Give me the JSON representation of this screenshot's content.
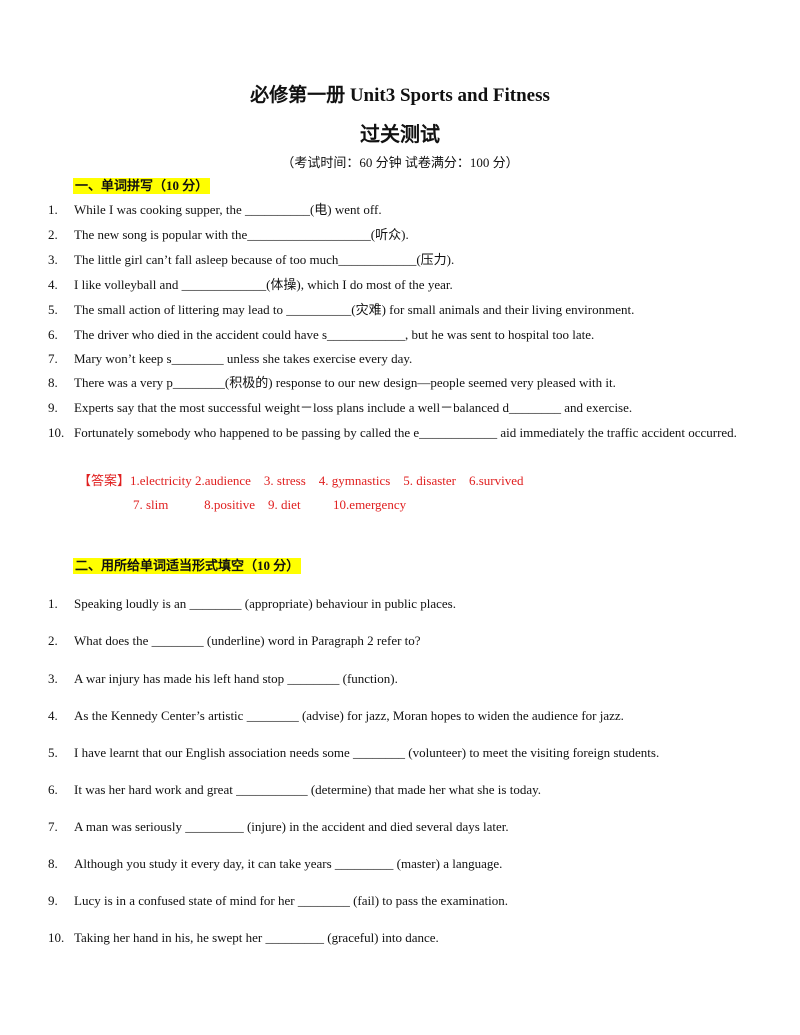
{
  "header": {
    "title": "必修第一册  Unit3  Sports and Fitness",
    "subtitle": "过关测试",
    "exam_info": "（考试时间：60 分钟   试卷满分：100 分）"
  },
  "section1": {
    "heading": "一、单词拼写（10 分）",
    "questions": [
      {
        "num": "1.",
        "text": "While I was cooking supper, the  __________(电) went off."
      },
      {
        "num": "2.",
        "text": "The new song is popular with the___________________(听众)."
      },
      {
        "num": "3.",
        "text": "The little girl can’t fall asleep because of too much____________(压力)."
      },
      {
        "num": "4.",
        "text": "I like volleyball and  _____________(体操), which I do most of the year."
      },
      {
        "num": "5.",
        "text": "The small action of littering may lead to  __________(灾难) for small animals and their living environment."
      },
      {
        "num": "6.",
        "text": "The driver who died in the accident could have s____________, but he was sent to hospital too late."
      },
      {
        "num": "7.",
        "text": "Mary won’t keep s________ unless she takes exercise every day."
      },
      {
        "num": "8.",
        "text": "There was a very p________(积极的) response to our new design—people seemed very pleased with it."
      },
      {
        "num": "9.",
        "text": "Experts say that the most successful weight－loss plans include a well－balanced d________ and exercise."
      },
      {
        "num": "10.",
        "text": "Fortunately somebody who happened to be passing by called the e____________   aid immediately the traffic accident occurred."
      }
    ],
    "answer_line1": "【答案】1.electricity 2.audience    3. stress    4. gymnastics    5. disaster    6.survived",
    "answer_line2": "7. slim           8.positive    9. diet          10.emergency"
  },
  "section2": {
    "heading": "二、用所给单词适当形式填空（10 分）",
    "questions": [
      {
        "num": "1.",
        "text": "Speaking loudly is an ________ (appropriate) behaviour in public places."
      },
      {
        "num": "2.",
        "text": "What does the ________ (underline) word in Paragraph 2 refer to?"
      },
      {
        "num": "3.",
        "text": "A war injury has made his left hand stop ________ (function)."
      },
      {
        "num": "4.",
        "text": "As the Kennedy Center’s artistic ________ (advise) for jazz, Moran hopes to widen the audience for jazz."
      },
      {
        "num": "5.",
        "text": "I have learnt that our English association needs some ________ (volunteer) to meet the visiting foreign students."
      },
      {
        "num": "6.",
        "text": "It was her hard work and great ___________ (determine) that made her what she is today."
      },
      {
        "num": "7.",
        "text": "A man was seriously _________ (injure) in the accident and died several days later."
      },
      {
        "num": "8.",
        "text": "Although you study it every day, it can take years _________ (master) a language."
      },
      {
        "num": "9.",
        "text": "Lucy is in a confused state of mind for her ________ (fail) to pass the examination."
      },
      {
        "num": "10.",
        "text": "Taking her hand in his, he swept her _________ (graceful) into dance."
      }
    ]
  }
}
